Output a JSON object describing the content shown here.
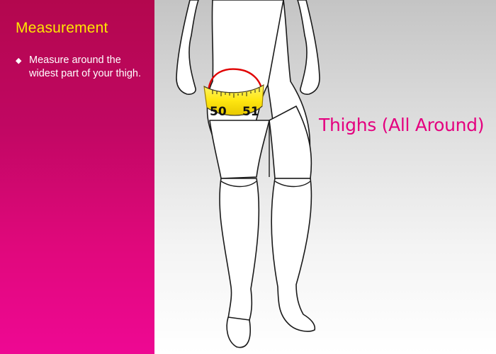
{
  "sidebar": {
    "title": "Measurement",
    "bullet": "Measure around the widest part of your thigh."
  },
  "tape": {
    "numbers": [
      "50",
      "51"
    ]
  },
  "label": "Thighs (All Around)",
  "colors": {
    "sidebar_top": "#b3074e",
    "sidebar_bottom": "#ee0893",
    "title": "#ffe600",
    "label": "#e4007f",
    "tape": "#ffe711",
    "loop": "#e00000"
  },
  "icons": [
    "diamond-bullet-icon",
    "mannequin-legs-illustration",
    "measuring-tape-icon"
  ]
}
